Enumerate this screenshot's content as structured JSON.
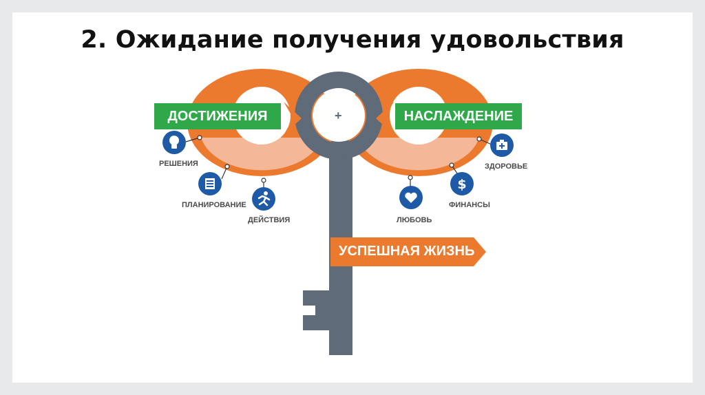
{
  "title": "2. Ожидание получения удовольствия",
  "diagram": {
    "left_label": "ДОСТИЖЕНИЯ",
    "right_label": "НАСЛАЖДЕНИЕ",
    "plus": "+",
    "bottom_label": "УСПЕШНАЯ ЖИЗНЬ",
    "left_items": [
      {
        "label": "РЕШЕНИЯ",
        "icon": "lightbulb-icon"
      },
      {
        "label": "ПЛАНИРОВАНИЕ",
        "icon": "list-icon"
      },
      {
        "label": "ДЕЙСТВИЯ",
        "icon": "running-man-icon"
      }
    ],
    "right_items": [
      {
        "label": "ЗДОРОВЬЕ",
        "icon": "medical-kit-icon"
      },
      {
        "label": "ФИНАНСЫ",
        "icon": "dollar-icon"
      },
      {
        "label": "ЛЮБОВЬ",
        "icon": "heart-icon"
      }
    ],
    "colors": {
      "orange": "#ec7a2e",
      "light_orange": "#f4b899",
      "green": "#2fa84a",
      "gray": "#5f6b78",
      "blue": "#1f5aa6"
    }
  }
}
